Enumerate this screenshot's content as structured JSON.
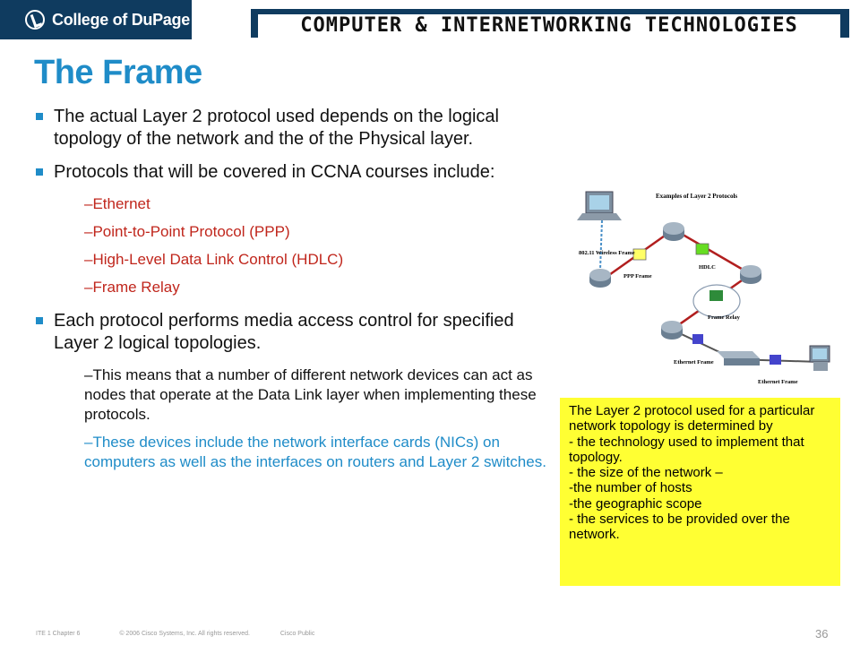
{
  "header": {
    "logo_text": "College of DuPage",
    "banner_text": "COMPUTER & INTERNETWORKING TECHNOLOGIES"
  },
  "slide": {
    "title": "The Frame",
    "bullet1": "The actual Layer 2 protocol used depends on the logical topology of the network and the of the Physical layer.",
    "bullet2": "Protocols that will be covered in CCNA courses include:",
    "protocols": [
      "–Ethernet",
      "–Point-to-Point Protocol (PPP)",
      "–High-Level Data Link Control (HDLC)",
      "–Frame Relay"
    ],
    "bullet3": "Each protocol performs media access control for specified Layer 2 logical topologies.",
    "sub3a": "–This means that a number of different network devices can act as nodes that operate at the Data Link layer when implementing these protocols.",
    "sub3b": "–These devices include the network interface cards (NICs) on computers as well as the interfaces on routers and Layer 2 switches."
  },
  "diagram": {
    "title": "Examples of Layer 2 Protocols",
    "labels": {
      "wireless": "802.11 Wireless Frame",
      "ppp": "PPP Frame",
      "hdlc": "HDLC",
      "frame_relay": "Frame Relay",
      "ethernet1": "Ethernet Frame",
      "ethernet2": "Ethernet Frame"
    }
  },
  "note": {
    "text": "The Layer 2 protocol used for a particular network topology is determined by\n- the technology used to implement that topology.\n- the size of the network –\n-the number of hosts\n-the geographic scope\n- the services to be provided over the network."
  },
  "footer": {
    "chapter": "ITE 1 Chapter 6",
    "copyright": "© 2006 Cisco Systems, Inc. All rights reserved.",
    "classification": "Cisco Public",
    "page_number": "36"
  },
  "colors": {
    "navy": "#0f3b5f",
    "title_blue": "#1f8cc8",
    "red": "#c0261c",
    "note_yellow": "#ffff33"
  }
}
